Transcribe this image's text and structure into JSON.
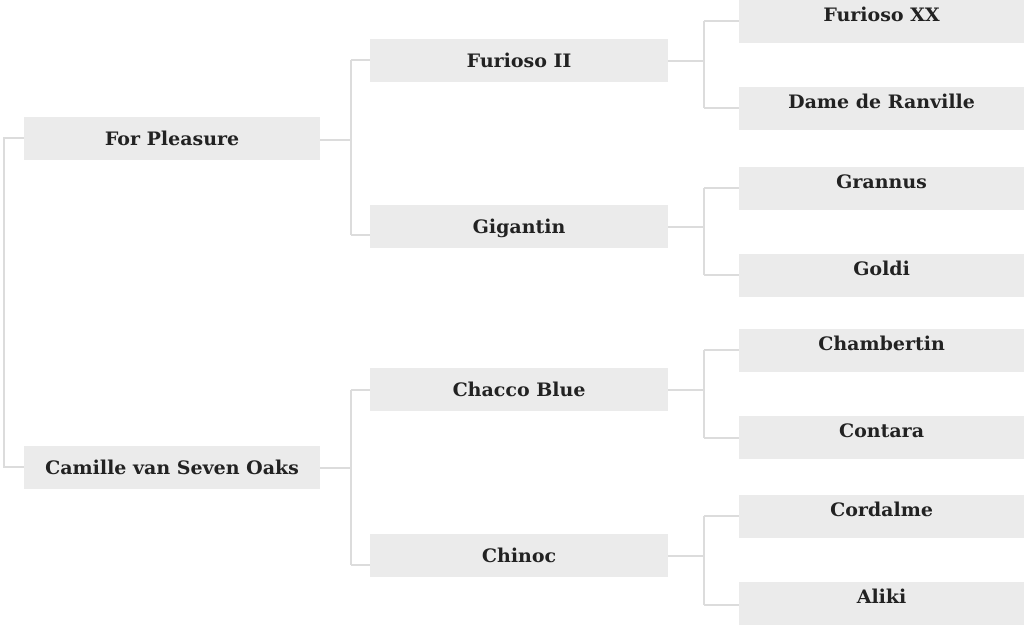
{
  "pedigree": {
    "sire": {
      "name": "For Pleasure",
      "sire": {
        "name": "Furioso II",
        "sire": "Furioso XX",
        "dam": "Dame de Ranville"
      },
      "dam": {
        "name": "Gigantin",
        "sire": "Grannus",
        "dam": "Goldi"
      }
    },
    "dam": {
      "name": "Camille van Seven Oaks",
      "sire": {
        "name": "Chacco Blue",
        "sire": "Chambertin",
        "dam": "Contara"
      },
      "dam": {
        "name": "Chinoc",
        "sire": "Cordalme",
        "dam": "Aliki"
      }
    }
  },
  "colors": {
    "box_background": "#ebebeb",
    "connector": "#dcdcdc",
    "text": "#222222"
  }
}
